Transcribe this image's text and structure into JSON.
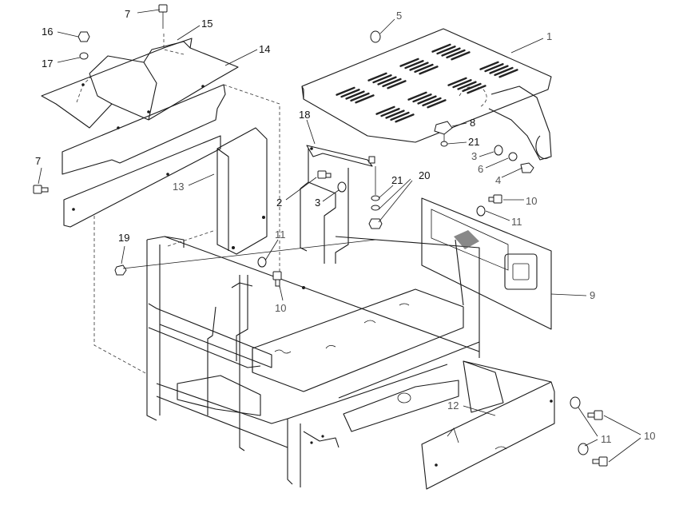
{
  "callouts": {
    "c1": "1",
    "c2": "2",
    "c3a": "3",
    "c3b": "3",
    "c4": "4",
    "c5": "5",
    "c6": "6",
    "c7a": "7",
    "c7b": "7",
    "c8": "8",
    "c9": "9",
    "c10a": "10",
    "c10b": "10",
    "c10c": "10",
    "c11a": "11",
    "c11b": "11",
    "c11c": "11",
    "c12": "12",
    "c13": "13",
    "c14": "14",
    "c15": "15",
    "c16": "16",
    "c17": "17",
    "c18": "18",
    "c19": "19",
    "c20": "20",
    "c21a": "21",
    "c21b": "21"
  },
  "colors": {
    "line": "#1a1a1a",
    "background": "#ffffff"
  }
}
